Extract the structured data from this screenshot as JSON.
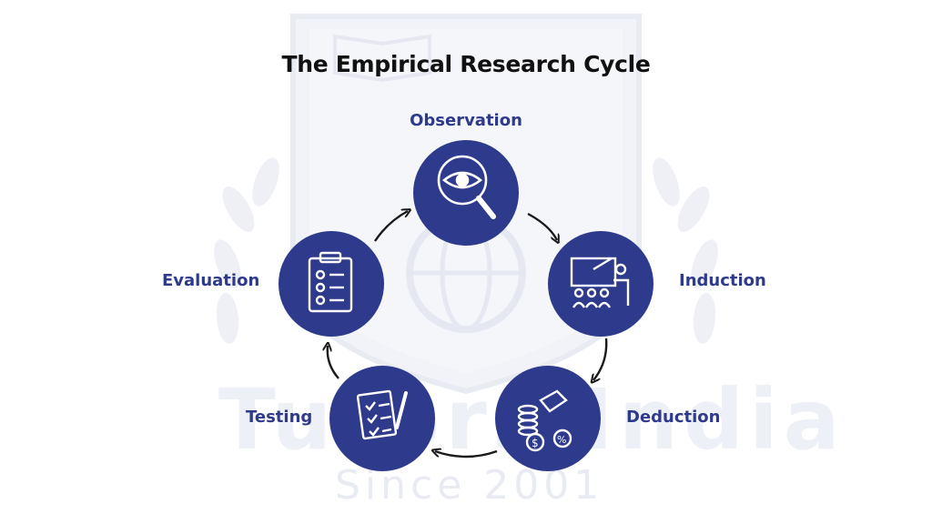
{
  "title": "The Empirical Research Cycle",
  "watermark": {
    "brand": "Tutors India",
    "since": "Since 2001"
  },
  "colors": {
    "node_fill": "#2e3a8c",
    "label": "#2e3a8c",
    "title": "#111111",
    "arrow": "#1a1a1a",
    "watermark": "#eef0f7"
  },
  "cycle": {
    "direction": "clockwise",
    "stages": [
      {
        "id": "observation",
        "label": "Observation",
        "icon": "magnifier-eye-icon"
      },
      {
        "id": "induction",
        "label": "Induction",
        "icon": "teacher-presentation-icon"
      },
      {
        "id": "deduction",
        "label": "Deduction",
        "icon": "coins-percent-icon"
      },
      {
        "id": "testing",
        "label": "Testing",
        "icon": "checklist-pen-icon"
      },
      {
        "id": "evaluation",
        "label": "Evaluation",
        "icon": "clipboard-checklist-icon"
      }
    ]
  }
}
